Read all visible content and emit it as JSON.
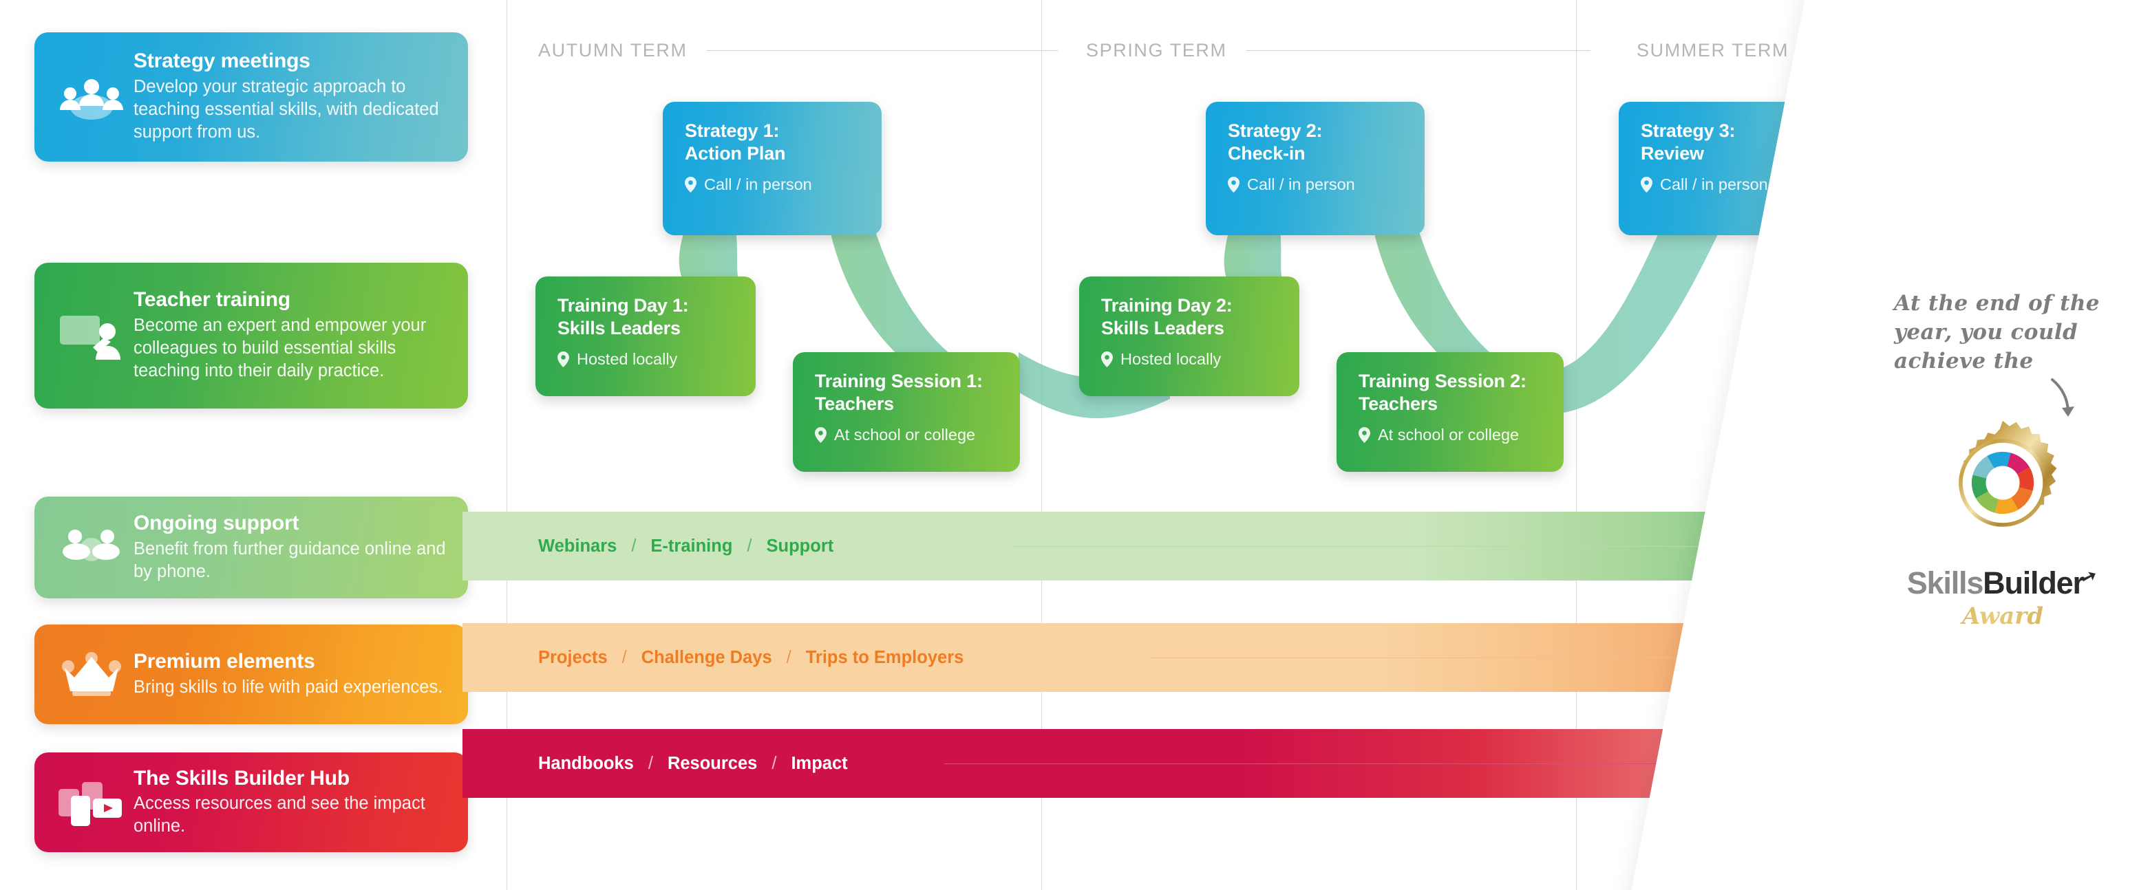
{
  "sidebar": {
    "items": [
      {
        "id": "strategy-meetings",
        "icon": "people-group-icon",
        "title": "Strategy meetings",
        "desc": "Develop your strategic approach to teaching essential skills, with dedicated support from us.",
        "color": "#1ba7dd"
      },
      {
        "id": "teacher-training",
        "icon": "whiteboard-presenter-icon",
        "title": "Teacher training",
        "desc": "Become an expert and empower your colleagues to build essential skills teaching into their daily practice.",
        "color": "#2fa84f"
      },
      {
        "id": "ongoing-support",
        "icon": "people-group-icon",
        "title": "Ongoing support",
        "desc": "Benefit from further guidance online and by phone.",
        "color": "#86ca93"
      },
      {
        "id": "premium-elements",
        "icon": "crown-icon",
        "title": "Premium elements",
        "desc": "Bring skills to life with paid experiences.",
        "color": "#ef7c22"
      },
      {
        "id": "skills-builder-hub",
        "icon": "media-cards-play-icon",
        "title": "The Skills Builder Hub",
        "desc": "Access resources and see the impact online.",
        "color": "#ce0f4e"
      }
    ]
  },
  "terms": [
    {
      "id": "autumn",
      "label": "AUTUMN TERM"
    },
    {
      "id": "spring",
      "label": "SPRING TERM"
    },
    {
      "id": "summer",
      "label": "SUMMER TERM"
    }
  ],
  "nodes": [
    {
      "id": "strategy-1",
      "title_line1": "Strategy 1:",
      "title_line2": "Action Plan",
      "location": "Call / in person",
      "location_icon": "map-pin-icon",
      "type": "strategy",
      "term": "autumn"
    },
    {
      "id": "training-day-1",
      "title_line1": "Training Day 1:",
      "title_line2": "Skills Leaders",
      "location": "Hosted locally",
      "location_icon": "map-pin-icon",
      "type": "training",
      "term": "autumn"
    },
    {
      "id": "training-session-1",
      "title_line1": "Training Session 1:",
      "title_line2": "Teachers",
      "location": "At school or college",
      "location_icon": "map-pin-icon",
      "type": "training",
      "term": "autumn"
    },
    {
      "id": "strategy-2",
      "title_line1": "Strategy 2:",
      "title_line2": "Check-in",
      "location": "Call / in person",
      "location_icon": "map-pin-icon",
      "type": "strategy",
      "term": "spring"
    },
    {
      "id": "training-day-2",
      "title_line1": "Training Day 2:",
      "title_line2": "Skills Leaders",
      "location": "Hosted locally",
      "location_icon": "map-pin-icon",
      "type": "training",
      "term": "spring"
    },
    {
      "id": "training-session-2",
      "title_line1": "Training Session 2:",
      "title_line2": "Teachers",
      "location": "At school or college",
      "location_icon": "map-pin-icon",
      "type": "training",
      "term": "spring"
    },
    {
      "id": "strategy-3",
      "title_line1": "Strategy 3:",
      "title_line2": "Review",
      "location": "Call / in person",
      "location_icon": "map-pin-icon",
      "type": "strategy",
      "term": "summer"
    }
  ],
  "bands": [
    {
      "id": "ongoing-support-band",
      "color": "#2faa4c",
      "items": [
        "Webinars",
        "E-training",
        "Support"
      ],
      "sep": "/"
    },
    {
      "id": "premium-elements-band",
      "color": "#ef7c22",
      "items": [
        "Projects",
        "Challenge Days",
        "Trips to Employers"
      ],
      "sep": "/"
    },
    {
      "id": "hub-band",
      "color": "#ffffff",
      "items": [
        "Handbooks",
        "Resources",
        "Impact"
      ],
      "sep": "/"
    }
  ],
  "award": {
    "note_line1": "At the end of the",
    "note_line2": "year, you could",
    "note_line3": "achieve the",
    "arrow_icon": "curved-down-arrow-icon",
    "badge_icon": "gold-rosette-badge-icon",
    "logo_part1": "Skills",
    "logo_part2": "Builder",
    "logo_tick": "➚",
    "logo_award": "Award",
    "gold": "#c49a3e"
  }
}
